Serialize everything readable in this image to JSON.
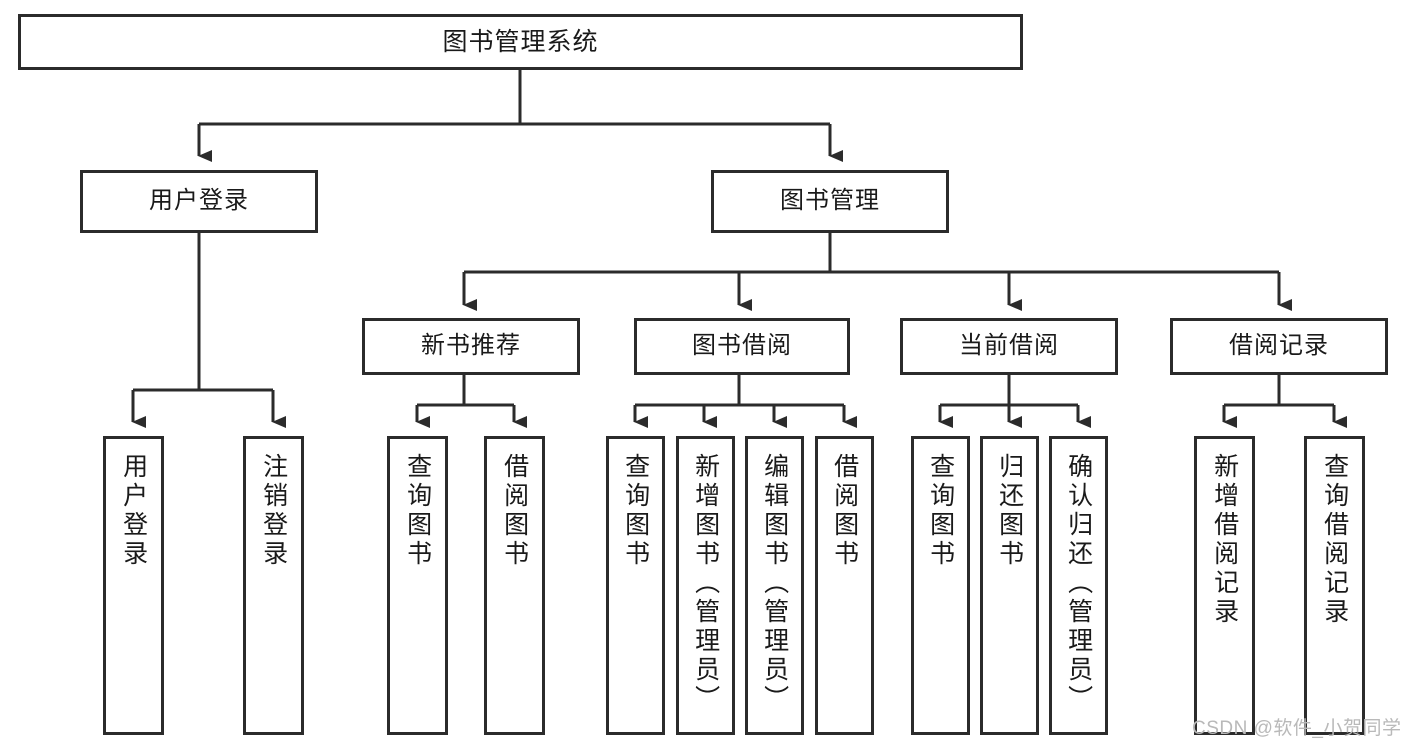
{
  "diagram": {
    "title": "图书管理系统",
    "type": "hierarchy-tree",
    "levels": 4,
    "nodes": {
      "root": {
        "label": "图书管理系统"
      },
      "level2": [
        {
          "id": "user-login",
          "label": "用户登录"
        },
        {
          "id": "book-manage",
          "label": "图书管理"
        }
      ],
      "level3": [
        {
          "id": "new-book-recommend",
          "label": "新书推荐",
          "parent": "book-manage"
        },
        {
          "id": "book-borrow",
          "label": "图书借阅",
          "parent": "book-manage"
        },
        {
          "id": "current-borrow",
          "label": "当前借阅",
          "parent": "book-manage"
        },
        {
          "id": "borrow-record",
          "label": "借阅记录",
          "parent": "book-manage"
        }
      ],
      "leaves": [
        {
          "id": "leaf-user-login",
          "label": "用户登录",
          "parent": "user-login"
        },
        {
          "id": "leaf-user-logout",
          "label": "注销登录",
          "parent": "user-login"
        },
        {
          "id": "leaf-query-book-1",
          "label": "查询图书",
          "parent": "new-book-recommend"
        },
        {
          "id": "leaf-borrow-book-1",
          "label": "借阅图书",
          "parent": "new-book-recommend"
        },
        {
          "id": "leaf-query-book-2",
          "label": "查询图书",
          "parent": "book-borrow"
        },
        {
          "id": "leaf-add-book",
          "label": "新增图书（管理员）",
          "parent": "book-borrow"
        },
        {
          "id": "leaf-edit-book",
          "label": "编辑图书（管理员）",
          "parent": "book-borrow"
        },
        {
          "id": "leaf-borrow-book-2",
          "label": "借阅图书",
          "parent": "book-borrow"
        },
        {
          "id": "leaf-query-book-3",
          "label": "查询图书",
          "parent": "current-borrow"
        },
        {
          "id": "leaf-return-book",
          "label": "归还图书",
          "parent": "current-borrow"
        },
        {
          "id": "leaf-confirm-return",
          "label": "确认归还（管理员）",
          "parent": "current-borrow"
        },
        {
          "id": "leaf-add-record",
          "label": "新增借阅记录",
          "parent": "borrow-record"
        },
        {
          "id": "leaf-query-record",
          "label": "查询借阅记录",
          "parent": "borrow-record"
        }
      ]
    },
    "colors": {
      "border": "#2b2b2b",
      "background": "#ffffff",
      "text": "#1a1a1a",
      "connector": "#2b2b2b",
      "watermark": "#b9b9b9"
    }
  },
  "watermark": {
    "text": "CSDN @软件_小贺同学"
  }
}
